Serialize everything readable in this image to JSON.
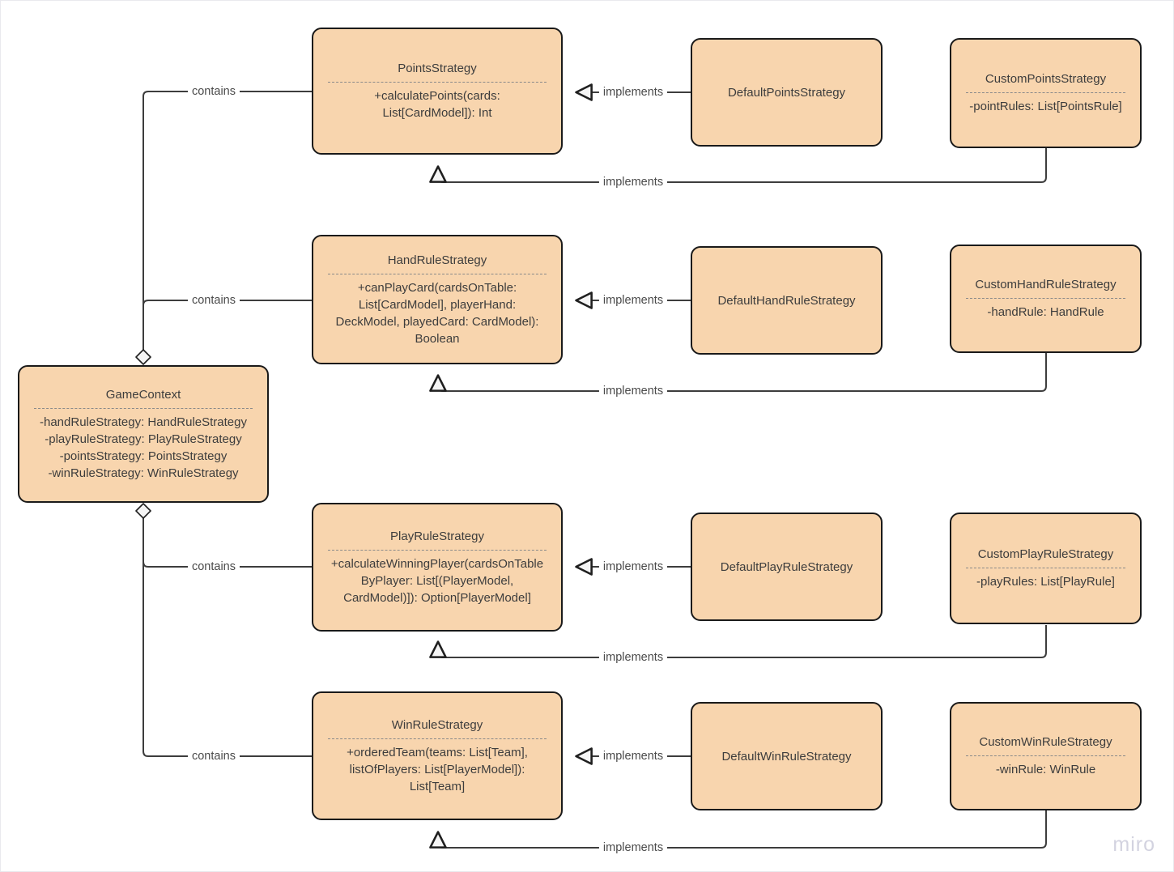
{
  "diagram": {
    "kind": "uml-class-diagram",
    "watermark": "miro",
    "colors": {
      "box_fill": "#F8D5AE",
      "box_stroke": "#1a1a1a",
      "text": "#3d3d3d",
      "edge": "#3d3d3d",
      "canvas": "#ffffff",
      "watermark": "#d3d3e0"
    },
    "classes": [
      {
        "id": "game-context",
        "name": "GameContext",
        "members": "-handRuleStrategy: HandRuleStrategy\n-playRuleStrategy: PlayRuleStrategy\n-pointsStrategy: PointsStrategy\n-winRuleStrategy: WinRuleStrategy",
        "has_separator": true
      },
      {
        "id": "points-strategy",
        "name": "PointsStrategy",
        "members": "+calculatePoints(cards:\nList[CardModel]): Int",
        "has_separator": true
      },
      {
        "id": "default-points-strategy",
        "name": "DefaultPointsStrategy",
        "members": "",
        "has_separator": false
      },
      {
        "id": "custom-points-strategy",
        "name": "CustomPointsStrategy",
        "members": "-pointRules: List[PointsRule]",
        "has_separator": true
      },
      {
        "id": "hand-rule-strategy",
        "name": "HandRuleStrategy",
        "members": "+canPlayCard(cardsOnTable:\nList[CardModel], playerHand:\nDeckModel, playedCard: CardModel):\nBoolean",
        "has_separator": true
      },
      {
        "id": "default-hand-rule-strategy",
        "name": "DefaultHandRuleStrategy",
        "members": "",
        "has_separator": false
      },
      {
        "id": "custom-hand-rule-strategy",
        "name": "CustomHandRuleStrategy",
        "members": "-handRule: HandRule",
        "has_separator": true
      },
      {
        "id": "play-rule-strategy",
        "name": "PlayRuleStrategy",
        "members": "+calculateWinningPlayer(cardsOnTable\nByPlayer: List[(PlayerModel,\nCardModel)]): Option[PlayerModel]",
        "has_separator": true
      },
      {
        "id": "default-play-rule-strategy",
        "name": "DefaultPlayRuleStrategy",
        "members": "",
        "has_separator": false
      },
      {
        "id": "custom-play-rule-strategy",
        "name": "CustomPlayRuleStrategy",
        "members": "-playRules: List[PlayRule]",
        "has_separator": true
      },
      {
        "id": "win-rule-strategy",
        "name": "WinRuleStrategy",
        "members": "+orderedTeam(teams: List[Team],\nlistOfPlayers: List[PlayerModel]):\nList[Team]",
        "has_separator": true
      },
      {
        "id": "default-win-rule-strategy",
        "name": "DefaultWinRuleStrategy",
        "members": "",
        "has_separator": false
      },
      {
        "id": "custom-win-rule-strategy",
        "name": "CustomWinRuleStrategy",
        "members": "-winRule: WinRule",
        "has_separator": true
      }
    ],
    "edges": [
      {
        "id": "contains-points",
        "label": "contains",
        "type": "aggregation"
      },
      {
        "id": "contains-hand",
        "label": "contains",
        "type": "aggregation"
      },
      {
        "id": "contains-play",
        "label": "contains",
        "type": "aggregation"
      },
      {
        "id": "contains-win",
        "label": "contains",
        "type": "aggregation"
      },
      {
        "id": "impl-default-points",
        "label": "implements",
        "type": "generalization"
      },
      {
        "id": "impl-custom-points",
        "label": "implements",
        "type": "generalization"
      },
      {
        "id": "impl-default-hand",
        "label": "implements",
        "type": "generalization"
      },
      {
        "id": "impl-custom-hand",
        "label": "implements",
        "type": "generalization"
      },
      {
        "id": "impl-default-play",
        "label": "implements",
        "type": "generalization"
      },
      {
        "id": "impl-custom-play",
        "label": "implements",
        "type": "generalization"
      },
      {
        "id": "impl-default-win",
        "label": "implements",
        "type": "generalization"
      },
      {
        "id": "impl-custom-win",
        "label": "implements",
        "type": "generalization"
      }
    ]
  }
}
